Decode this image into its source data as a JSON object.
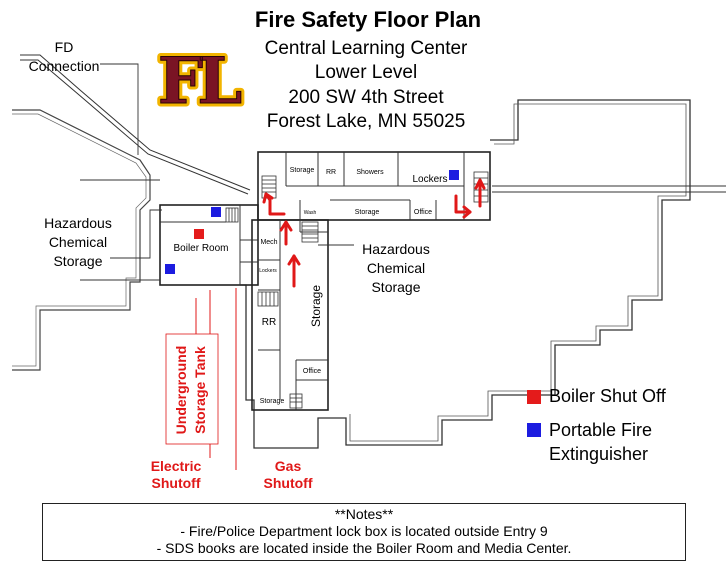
{
  "title": "Fire Safety Floor Plan",
  "building": {
    "name": "Central Learning Center",
    "level": "Lower Level",
    "address": "200 SW 4th Street",
    "city": "Forest Lake, MN  55025"
  },
  "logo_text": "FL",
  "callouts": {
    "fd_connection_1": "FD",
    "fd_connection_2": "Connection",
    "hazardous_left_1": "Hazardous",
    "hazardous_left_2": "Chemical",
    "hazardous_left_3": "Storage",
    "hazardous_right_1": "Hazardous",
    "hazardous_right_2": "Chemical",
    "hazardous_right_3": "Storage",
    "underground_tank_1": "Underground",
    "underground_tank_2": "Storage Tank",
    "electric_shutoff_1": "Electric",
    "electric_shutoff_2": "Shutoff",
    "gas_shutoff_1": "Gas",
    "gas_shutoff_2": "Shutoff"
  },
  "rooms": {
    "boiler_room": "Boiler Room",
    "mech": "Mech",
    "lockers_small": "Lockers",
    "rr_top": "RR",
    "storage_top": "Storage",
    "showers": "Showers",
    "lockers": "Lockers",
    "storage_mid": "Storage",
    "office_top": "Office",
    "wash": "Wash",
    "rr_left": "RR",
    "storage_vertical": "Storage",
    "office_bottom": "Office",
    "storage_bottom": "Storage"
  },
  "legend": {
    "boiler_shutoff": "Boiler Shut Off",
    "extinguisher_1": "Portable Fire",
    "extinguisher_2": "Extinguisher",
    "boiler_color": "#e41b1b",
    "extinguisher_color": "#1c1ce0"
  },
  "notes": {
    "heading": "**Notes**",
    "line1": "- Fire/Police Department lock box is located outside Entry 9",
    "line2": "- SDS books are located inside the Boiler Room and Media Center."
  },
  "colors": {
    "route": "#e01818",
    "logo_fill": "#7a1424",
    "logo_outline": "#f2b400"
  }
}
